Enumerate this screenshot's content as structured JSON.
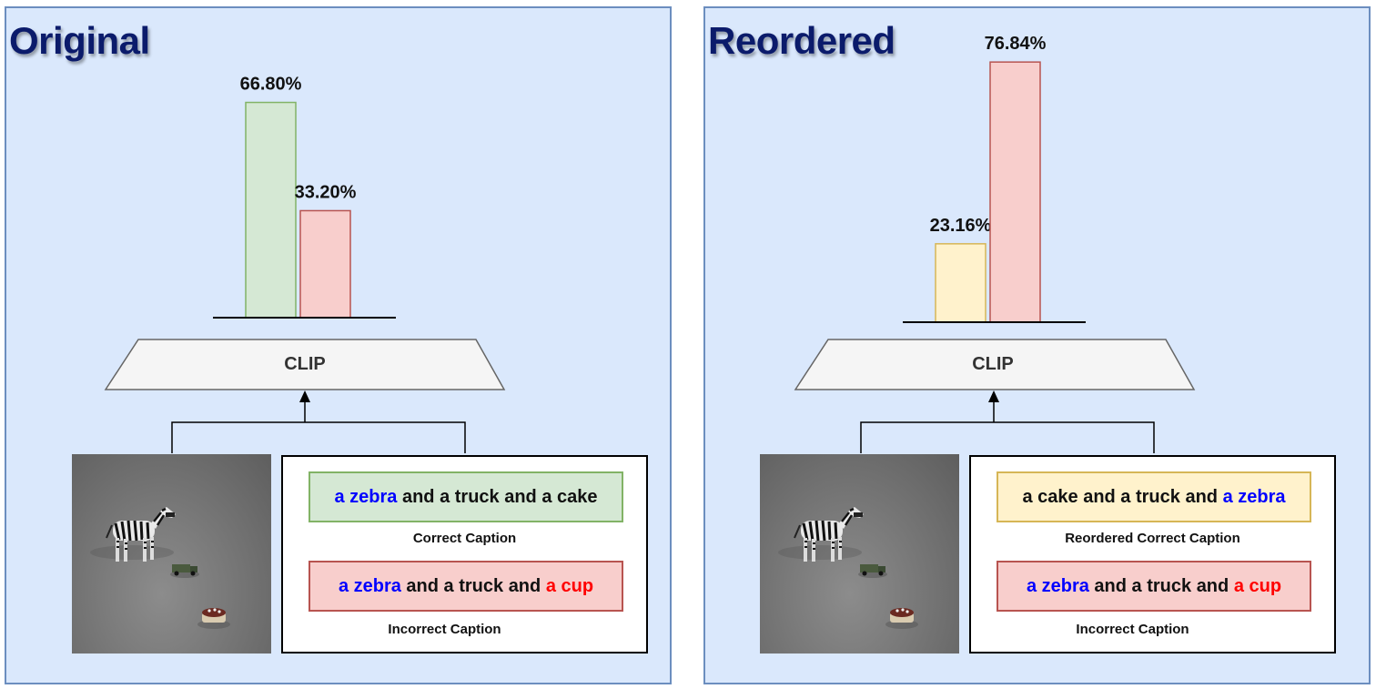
{
  "colors": {
    "panel_bg": "#dae8fc",
    "panel_border": "#6c8ebf",
    "title": "#0b1b6b",
    "correct_fill": "#d5e8d4",
    "correct_stroke": "#82b366",
    "incorrect_fill": "#f8cecc",
    "incorrect_stroke": "#b85450",
    "reordered_fill": "#fff2cc",
    "reordered_stroke": "#d6b656",
    "object_highlight": "#0000ff",
    "wrong_object_highlight": "#ff0000"
  },
  "left": {
    "title": "Original",
    "model_label": "CLIP",
    "first_caption": {
      "a_zebra": "a zebra",
      "middle": " and a truck and a cake"
    },
    "first_caption_label": "Correct Caption",
    "second_caption": {
      "a_zebra": "a zebra",
      "middle": " and a truck and ",
      "a_cup": "a cup"
    },
    "second_caption_label": "Incorrect Caption"
  },
  "right": {
    "title": "Reordered",
    "model_label": "CLIP",
    "first_caption": {
      "middle": "a cake and a truck and ",
      "a_zebra": "a zebra"
    },
    "first_caption_label": "Reordered Correct Caption",
    "second_caption": {
      "a_zebra": "a zebra",
      "middle": " and a truck and ",
      "a_cup": "a cup"
    },
    "second_caption_label": "Incorrect Caption"
  },
  "chart_data": [
    {
      "type": "bar",
      "values": [
        66.8,
        33.2
      ],
      "value_labels": [
        "66.80%",
        "33.20%"
      ],
      "colors": [
        "#d5e8d4",
        "#f8cecc"
      ],
      "ylim": [
        0,
        100
      ]
    },
    {
      "type": "bar",
      "values": [
        23.16,
        76.84
      ],
      "value_labels": [
        "23.16%",
        "76.84%"
      ],
      "colors": [
        "#fff2cc",
        "#f8cecc"
      ],
      "ylim": [
        0,
        100
      ]
    }
  ]
}
